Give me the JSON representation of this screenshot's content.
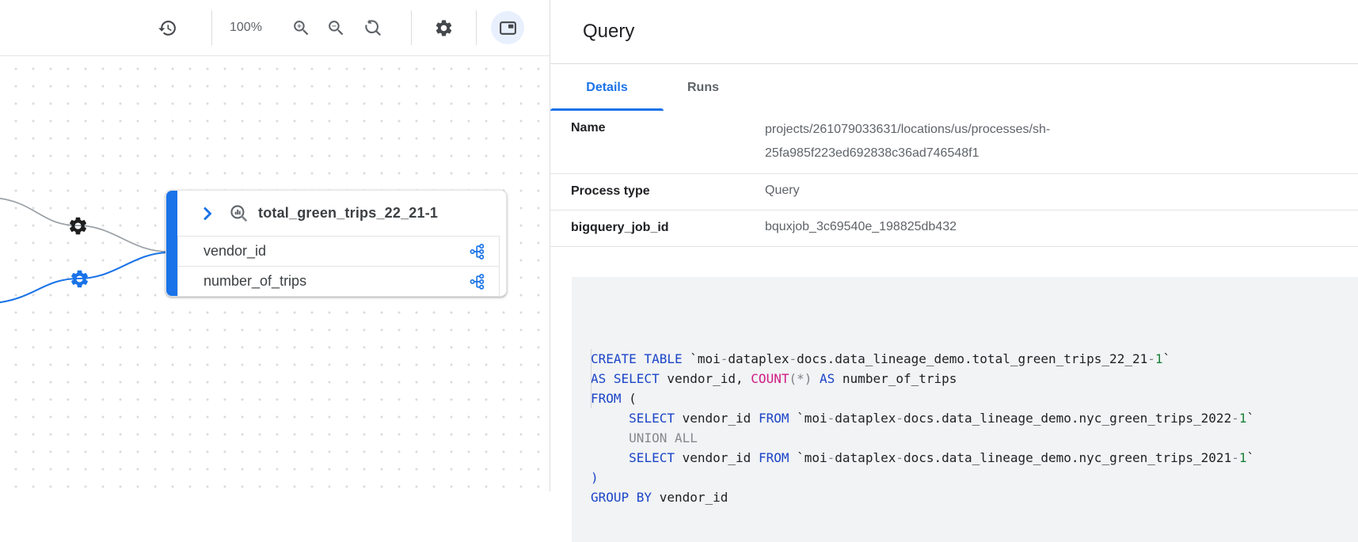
{
  "toolbar": {
    "zoom_level": "100%",
    "icons": {
      "history": "history-icon",
      "zoom_in": "zoom-in-icon",
      "zoom_out": "zoom-out-icon",
      "zoom_reset": "zoom-reset-icon",
      "settings": "settings-gear-icon",
      "panel_toggle": "side-panel-toggle-icon"
    }
  },
  "canvas": {
    "node": {
      "title": "total_green_trips_22_21-1",
      "type_icon": "query-job-icon",
      "columns": [
        "vendor_id",
        "number_of_trips"
      ]
    },
    "process_nodes": [
      {
        "name": "upstream-process-gear",
        "color": "#1f1f1f"
      },
      {
        "name": "selected-process-gear",
        "color": "#1a73e8"
      }
    ],
    "edge_colors": {
      "default": "#9aa0a6",
      "selected": "#1a73e8"
    }
  },
  "panel": {
    "title": "Query",
    "tabs": [
      {
        "label": "Details",
        "active": true
      },
      {
        "label": "Runs",
        "active": false
      }
    ],
    "details_rows": [
      {
        "label": "Name",
        "value": "projects/261079033631/locations/us/processes/sh-25fa985f223ed692838c36ad746548f1"
      },
      {
        "label": "Process type",
        "value": "Query"
      },
      {
        "label": "bigquery_job_id",
        "value": "bquxjob_3c69540e_198825db432"
      }
    ],
    "sql_lines": [
      [
        {
          "c": "kw",
          "t": "CREATE TABLE"
        },
        {
          "c": "pl",
          "t": " `moi"
        },
        {
          "c": "op",
          "t": "-"
        },
        {
          "c": "pl",
          "t": "dataplex"
        },
        {
          "c": "op",
          "t": "-"
        },
        {
          "c": "pl",
          "t": "docs.data_lineage_demo.total_green_trips_22_21"
        },
        {
          "c": "op",
          "t": "-"
        },
        {
          "c": "num",
          "t": "1"
        },
        {
          "c": "pl",
          "t": "`"
        }
      ],
      [
        {
          "c": "kw",
          "t": "AS SELECT"
        },
        {
          "c": "pl",
          "t": " vendor_id, "
        },
        {
          "c": "fn",
          "t": "COUNT"
        },
        {
          "c": "op",
          "t": "(*)"
        },
        {
          "c": "pl",
          "t": " "
        },
        {
          "c": "kw",
          "t": "AS"
        },
        {
          "c": "pl",
          "t": " number_of_trips"
        }
      ],
      [
        {
          "c": "kw",
          "t": "FROM"
        },
        {
          "c": "pl",
          "t": " ("
        }
      ],
      [
        {
          "c": "pl",
          "t": "     "
        },
        {
          "c": "kw",
          "t": "SELECT"
        },
        {
          "c": "pl",
          "t": " vendor_id "
        },
        {
          "c": "kw",
          "t": "FROM"
        },
        {
          "c": "pl",
          "t": " `moi"
        },
        {
          "c": "op",
          "t": "-"
        },
        {
          "c": "pl",
          "t": "dataplex"
        },
        {
          "c": "op",
          "t": "-"
        },
        {
          "c": "pl",
          "t": "docs.data_lineage_demo.nyc_green_trips_2022"
        },
        {
          "c": "op",
          "t": "-"
        },
        {
          "c": "num",
          "t": "1"
        },
        {
          "c": "pl",
          "t": "`"
        }
      ],
      [
        {
          "c": "pl",
          "t": "     "
        },
        {
          "c": "cm",
          "t": "UNION ALL"
        }
      ],
      [
        {
          "c": "pl",
          "t": "     "
        },
        {
          "c": "kw",
          "t": "SELECT"
        },
        {
          "c": "pl",
          "t": " vendor_id "
        },
        {
          "c": "kw",
          "t": "FROM"
        },
        {
          "c": "pl",
          "t": " `moi"
        },
        {
          "c": "op",
          "t": "-"
        },
        {
          "c": "pl",
          "t": "dataplex"
        },
        {
          "c": "op",
          "t": "-"
        },
        {
          "c": "pl",
          "t": "docs.data_lineage_demo.nyc_green_trips_2021"
        },
        {
          "c": "op",
          "t": "-"
        },
        {
          "c": "num",
          "t": "1"
        },
        {
          "c": "pl",
          "t": "`"
        }
      ],
      [
        {
          "c": "kw",
          "t": ")"
        }
      ],
      [
        {
          "c": "kw",
          "t": "GROUP BY"
        },
        {
          "c": "pl",
          "t": " vendor_id"
        }
      ]
    ]
  },
  "colors": {
    "accent": "#1a73e8",
    "sql_keyword": "#1b44c8",
    "sql_function": "#d01884",
    "sql_number": "#188038",
    "sql_muted": "#85898d",
    "code_bg": "#f1f3f4"
  }
}
